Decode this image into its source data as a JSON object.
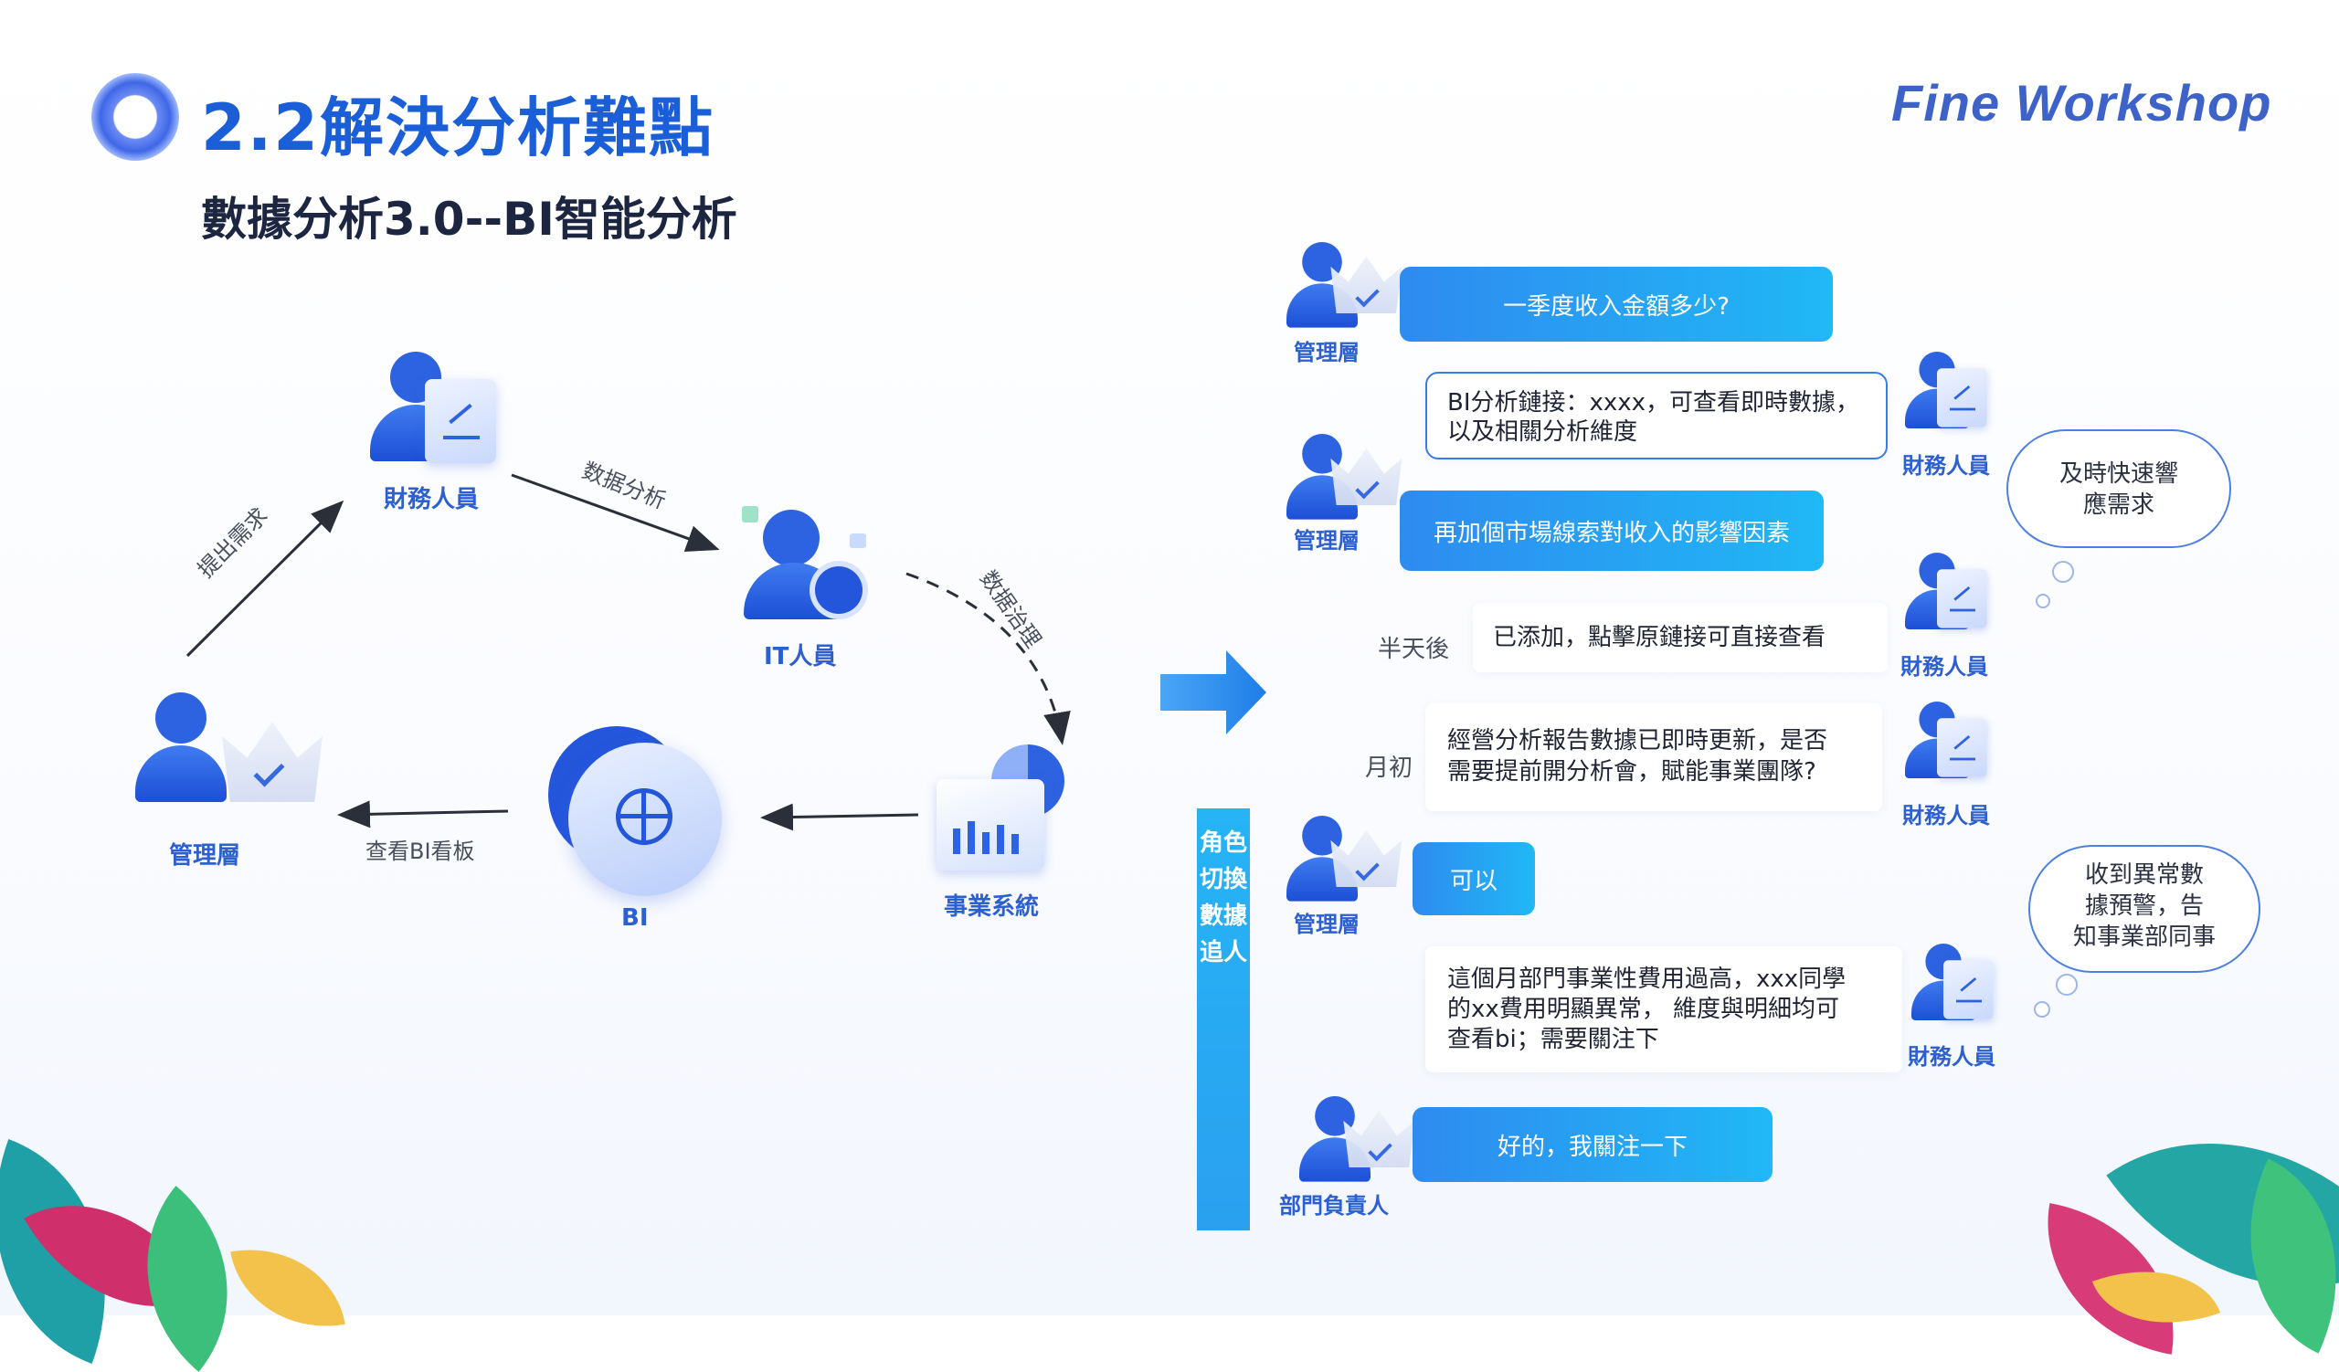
{
  "header": {
    "title": "2.2解決分析難點",
    "subtitle": "數據分析3.0--BI智能分析",
    "brand": "Fine Workshop"
  },
  "flow": {
    "finance": "財務人員",
    "it": "IT人員",
    "business": "事業系統",
    "bi": "BI",
    "manager": "管理層",
    "edge_request": "提出需求",
    "edge_analysis": "数据分析",
    "edge_governance": "数据治理",
    "edge_view": "查看BI看板"
  },
  "role_switch": "角色切換數據追人",
  "chat": {
    "m1": "一季度收入金額多少?",
    "r1_line1": "BI分析鏈接：xxxx，可查看即時數據，",
    "r1_line2": "以及相關分析維度",
    "m2": "再加個市場線索對收入的影響因素",
    "t_half": "半天後",
    "r2": "已添加，點擊原鏈接可直接查看",
    "t_month": "月初",
    "r3_line1": "經營分析報告數據已即時更新，是否",
    "r3_line2": "需要提前開分析會，賦能事業團隊?",
    "m3": "可以",
    "r4_line1": "這個月部門事業性費用過高，xxx同學",
    "r4_line2": "的xx費用明顯異常， 維度與明細均可",
    "r4_line3": "查看bi；需要關注下",
    "d1": "好的，我關注一下",
    "lbl_manager": "管理層",
    "lbl_finance": "財務人員",
    "lbl_dept": "部門負責人",
    "cloud1_line1": "及時快速響",
    "cloud1_line2": "應需求",
    "cloud2_line1": "收到異常數",
    "cloud2_line2": "據預警，告",
    "cloud2_line3": "知事業部同事"
  },
  "colors": {
    "title_blue": "#1b5fd8",
    "bubble_blue": "#2e8bf0",
    "accent_cyan": "#20b8f5"
  }
}
